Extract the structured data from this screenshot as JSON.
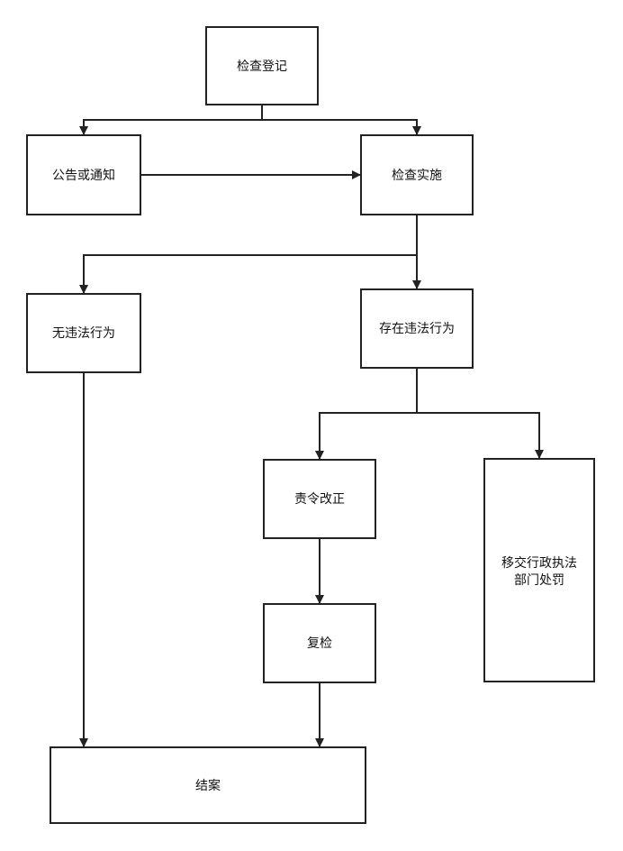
{
  "nodes": {
    "register": {
      "label": "检查登记"
    },
    "notice": {
      "label": "公告或通知"
    },
    "implement": {
      "label": "检查实施"
    },
    "no_violation": {
      "label": "无违法行为"
    },
    "violation": {
      "label": "存在违法行为"
    },
    "rectify": {
      "label": "责令改正"
    },
    "transfer": {
      "label_line1": "移交行政执法",
      "label_line2": "部门处罚"
    },
    "recheck": {
      "label": "复检"
    },
    "close": {
      "label": "结案"
    }
  },
  "edges": [
    {
      "from": "register",
      "to": "notice"
    },
    {
      "from": "register",
      "to": "implement"
    },
    {
      "from": "notice",
      "to": "implement"
    },
    {
      "from": "implement",
      "to": "no_violation"
    },
    {
      "from": "implement",
      "to": "violation"
    },
    {
      "from": "violation",
      "to": "rectify"
    },
    {
      "from": "violation",
      "to": "transfer"
    },
    {
      "from": "rectify",
      "to": "recheck"
    },
    {
      "from": "recheck",
      "to": "close"
    },
    {
      "from": "no_violation",
      "to": "close"
    }
  ],
  "colors": {
    "stroke": "#222222",
    "fill": "#ffffff",
    "text": "#111111"
  }
}
